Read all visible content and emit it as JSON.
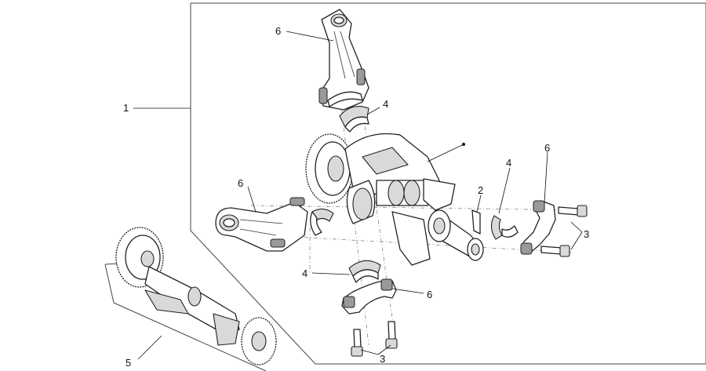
{
  "callouts": {
    "c1": "1",
    "c2": "2",
    "c3a": "3",
    "c3b": "3",
    "c4a": "4",
    "c4b": "4",
    "c4c": "4",
    "c5": "5",
    "c6a": "6",
    "c6b": "6",
    "c6c": "6",
    "c6d": "6"
  }
}
